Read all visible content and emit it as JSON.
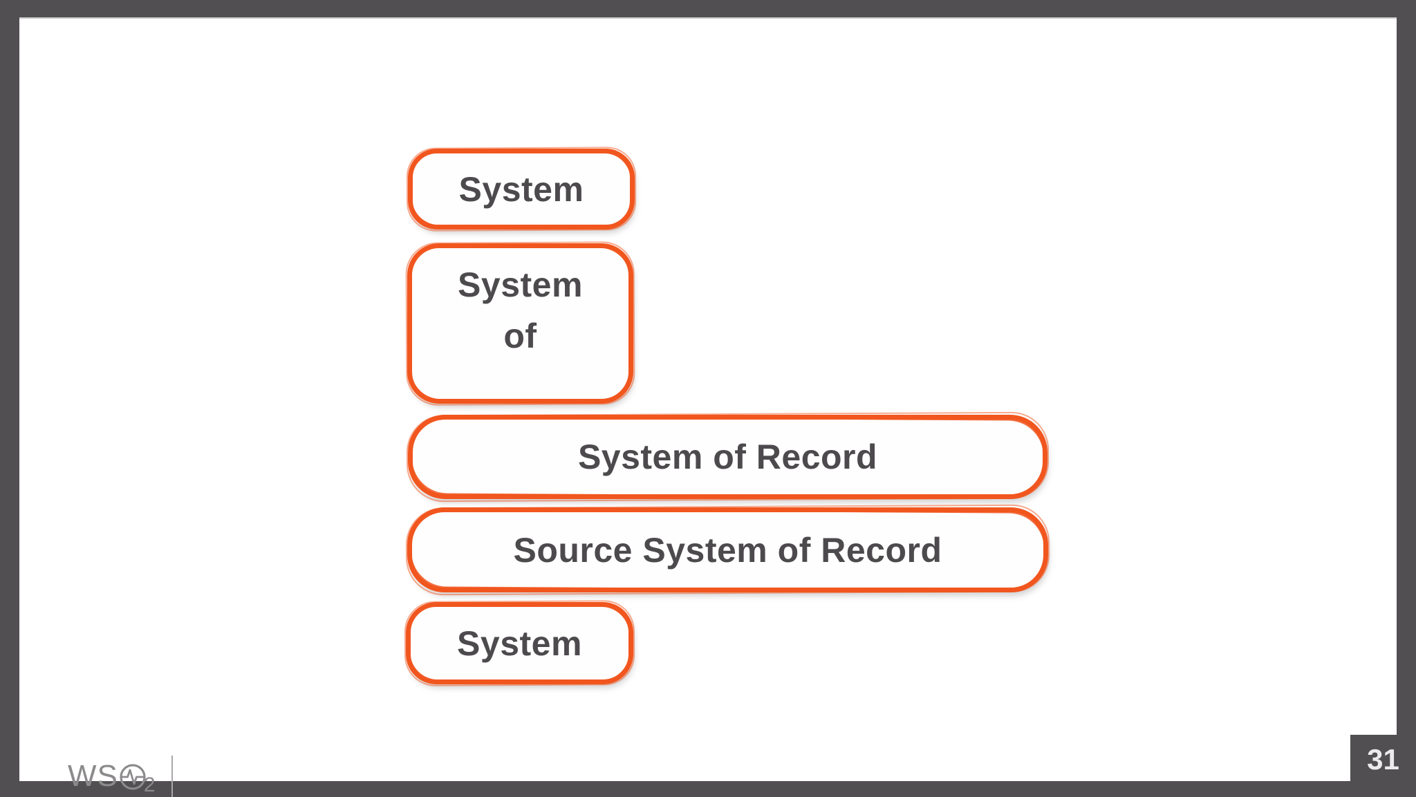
{
  "slide": {
    "boxes": [
      {
        "id": "system-top",
        "label": "System"
      },
      {
        "id": "system-of",
        "line1": "System",
        "line2": "of"
      },
      {
        "id": "system-of-record",
        "label": "System of Record"
      },
      {
        "id": "source-system-of-record",
        "label": "Source System of Record"
      },
      {
        "id": "system-bottom",
        "label": "System"
      }
    ]
  },
  "footer": {
    "logo": {
      "prefix": "WS",
      "o_icon": "pulse-circle",
      "subscript": "2"
    },
    "page_number": "31"
  },
  "colors": {
    "accent_orange": "#F1561E",
    "frame_gray": "#514F51",
    "box_text_gray": "#4D4A4D",
    "logo_gray": "#8C8A8C",
    "page_number_text": "#ECEAEC",
    "slide_background": "#FFFFFF"
  }
}
